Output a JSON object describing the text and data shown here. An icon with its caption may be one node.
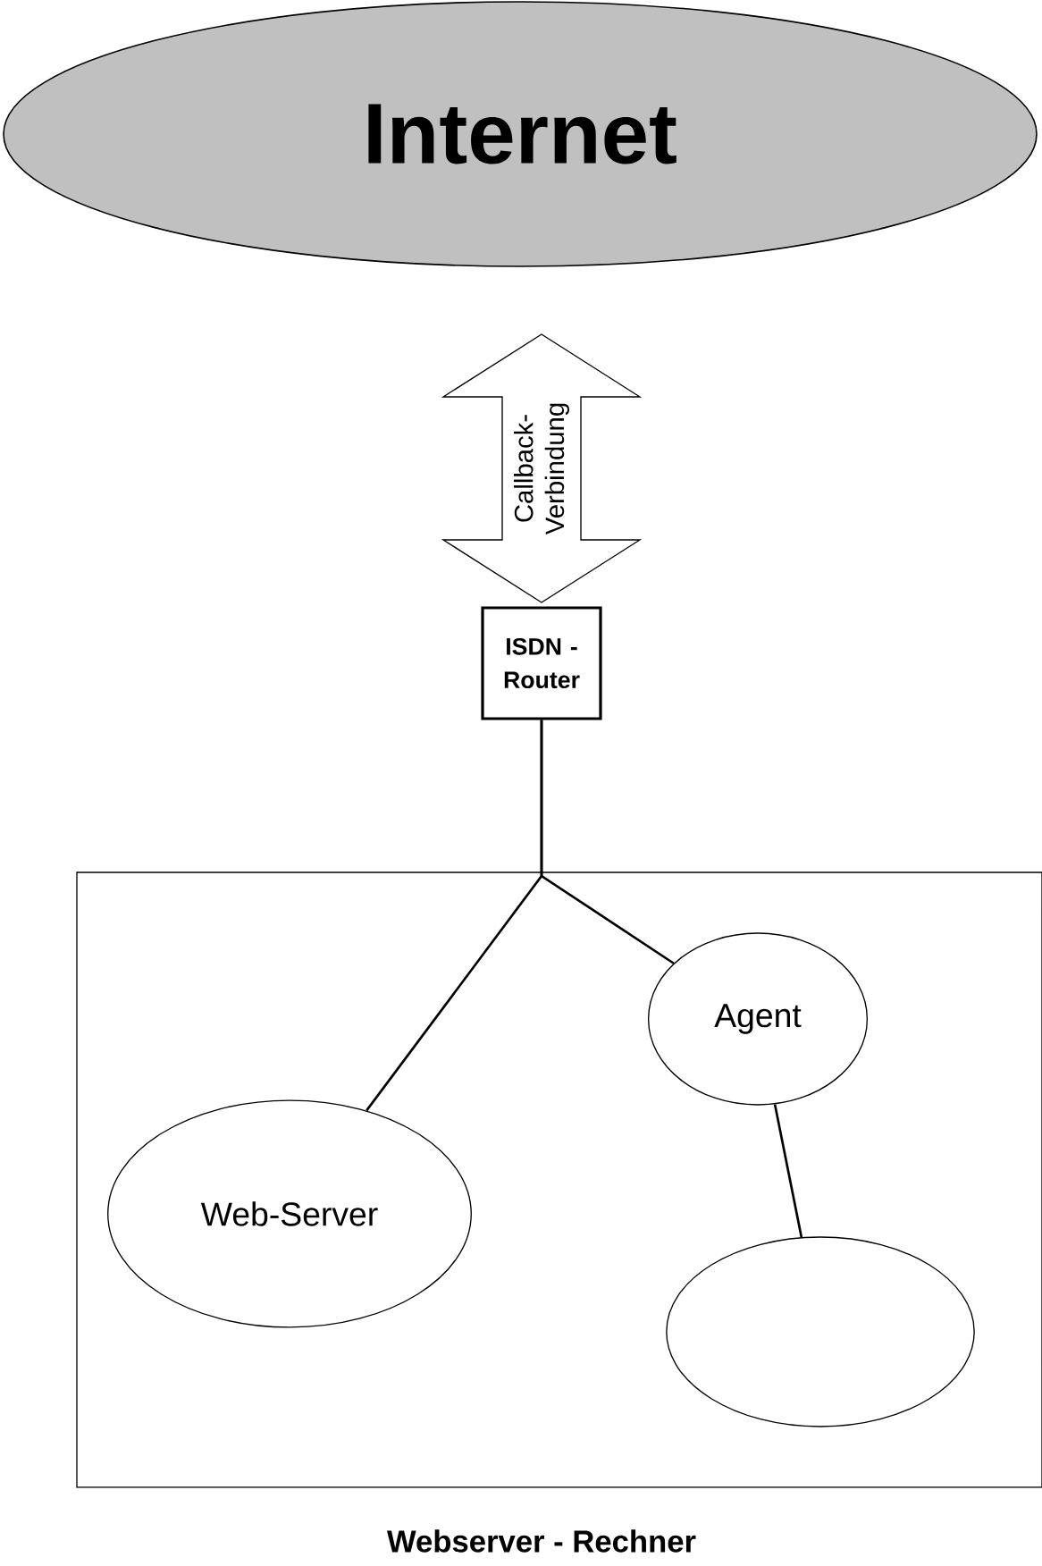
{
  "diagram": {
    "nodes": [
      {
        "text": [
          "Internet"
        ]
      },
      {
        "text": [
          "ISDN - Router"
        ]
      },
      {
        "text": [
          "Webserver - Rechner"
        ]
      },
      {
        "text": [
          "Web-Server"
        ],
        "in": 2
      },
      {
        "text": [
          "Agent"
        ],
        "in": 2
      },
      {
        "text": [],
        "shape": "ellipse",
        "in": 2
      }
    ],
    "edges": [
      {
        "from": 0,
        "to": 1,
        "arrow": "both",
        "label": "Callback- Verbindung"
      },
      {
        "from": 1,
        "to": 3,
        "arrow": "none"
      },
      {
        "from": 1,
        "to": 4,
        "arrow": "none"
      },
      {
        "from": 4,
        "to": 5,
        "arrow": "none"
      }
    ]
  }
}
